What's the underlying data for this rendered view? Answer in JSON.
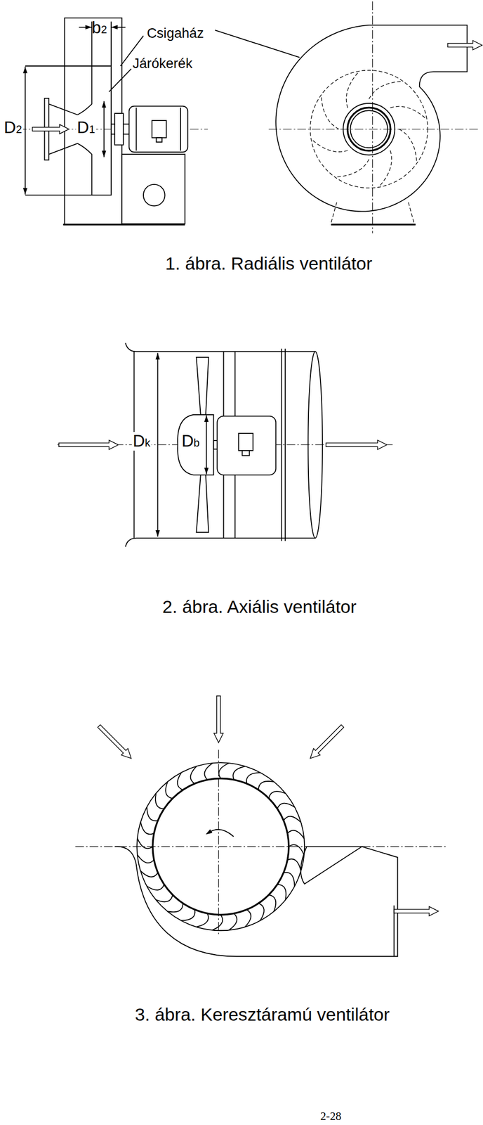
{
  "diagram": {
    "labels": [
      "b2",
      "Csigaház",
      "Járókerék",
      "D2",
      "D1",
      "1. ábra. Radiális ventilátor",
      "Dk",
      "Db",
      "2. ábra. Axiális ventilátor",
      "3. ábra. Keresztáramú ventilátor",
      "2-28"
    ]
  }
}
